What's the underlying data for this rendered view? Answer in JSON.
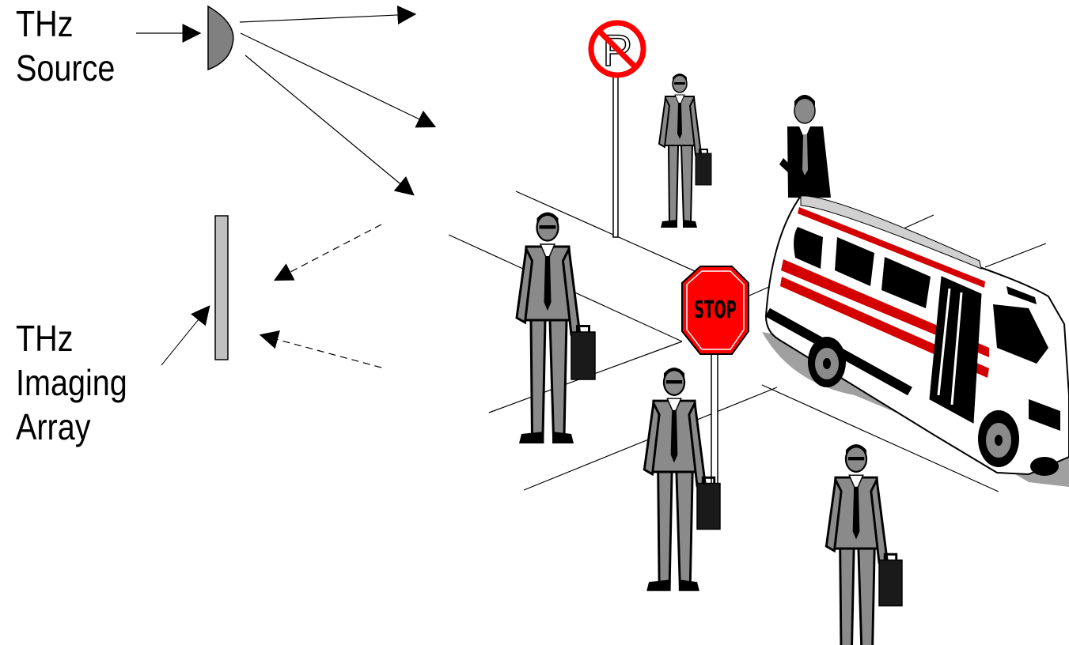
{
  "labels": {
    "source_line1": "THz",
    "source_line2": "Source",
    "array_line1": "THz",
    "array_line2": "Imaging",
    "array_line3": "Array"
  },
  "signs": {
    "stop_text": "STOP",
    "parking_letter": "P"
  },
  "colors": {
    "source_dish": "#808080",
    "imaging_array": "#c0c0c0",
    "person_suit": "#8a8a8a",
    "stop_red": "#ff0000",
    "bus_stripe": "#d40000",
    "shadow": "#a0a0a0"
  }
}
